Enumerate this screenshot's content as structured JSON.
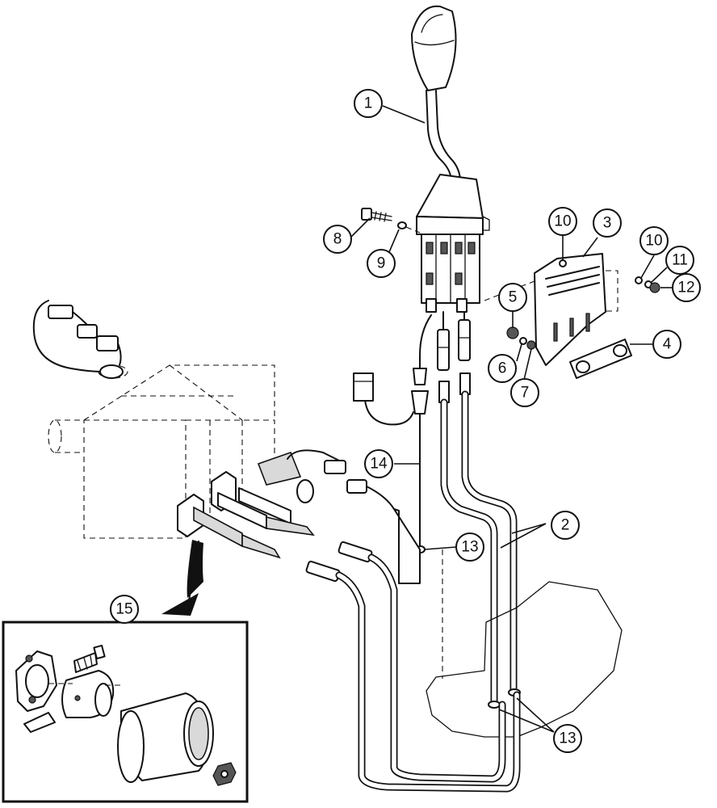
{
  "figure": {
    "callouts": [
      {
        "id": "c1",
        "label": "1"
      },
      {
        "id": "c2",
        "label": "2"
      },
      {
        "id": "c3",
        "label": "3"
      },
      {
        "id": "c4",
        "label": "4"
      },
      {
        "id": "c5",
        "label": "5"
      },
      {
        "id": "c6",
        "label": "6"
      },
      {
        "id": "c7",
        "label": "7"
      },
      {
        "id": "c8",
        "label": "8"
      },
      {
        "id": "c9",
        "label": "9"
      },
      {
        "id": "c10a",
        "label": "10"
      },
      {
        "id": "c10b",
        "label": "10"
      },
      {
        "id": "c11",
        "label": "11"
      },
      {
        "id": "c12",
        "label": "12"
      },
      {
        "id": "c13a",
        "label": "13"
      },
      {
        "id": "c13b",
        "label": "13"
      },
      {
        "id": "c14",
        "label": "14"
      },
      {
        "id": "c15",
        "label": "15"
      }
    ]
  }
}
